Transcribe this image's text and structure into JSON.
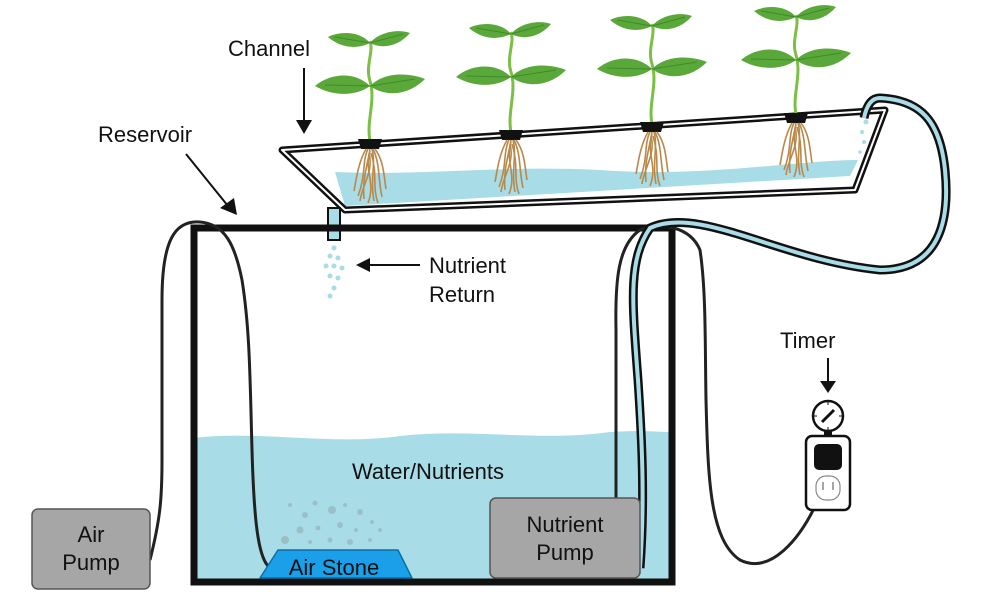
{
  "diagram": {
    "type": "nutrient film technique hydroponic system",
    "labels": {
      "channel": "Channel",
      "reservoir": "Reservoir",
      "nutrient_return_line1": "Nutrient",
      "nutrient_return_line2": "Return",
      "timer": "Timer",
      "water_nutrients": "Water/Nutrients",
      "air_pump_line1": "Air",
      "air_pump_line2": "Pump",
      "air_stone": "Air Stone",
      "nutrient_pump_line1": "Nutrient",
      "nutrient_pump_line2": "Pump"
    },
    "plants_count": 4,
    "colors": {
      "water": "#a8dce6",
      "leaf": "#5aa83a",
      "leaf_dark": "#3f8a2a",
      "stem": "#7bbf45",
      "root": "#b8894a",
      "pump_box": "#a6a6a6",
      "air_stone": "#1a9fe8",
      "outline": "#111111"
    }
  }
}
